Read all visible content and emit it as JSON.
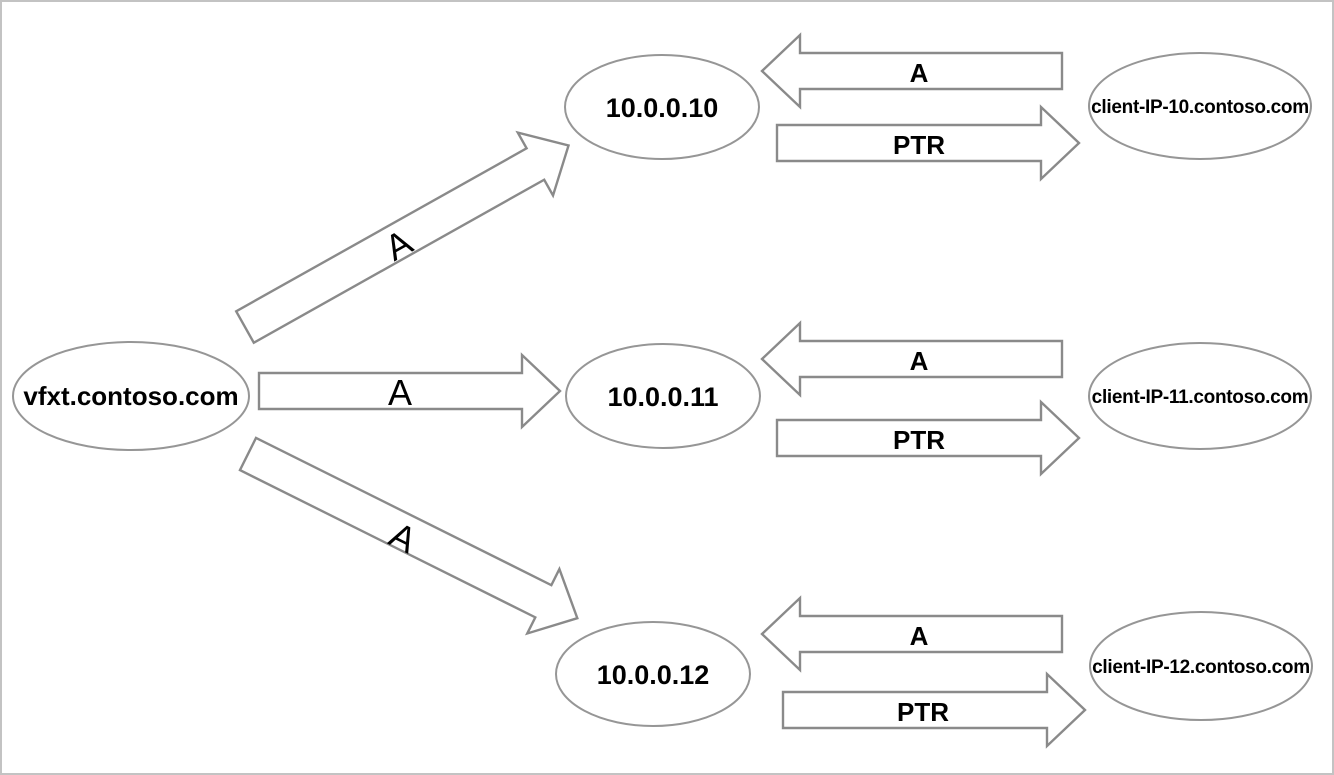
{
  "diagram": {
    "source": {
      "label": "vfxt.contoso.com"
    },
    "records": [
      {
        "ip": "10.0.0.10",
        "client": "client-IP-10.contoso.com",
        "a_from_source_label": "A",
        "a_from_client_label": "A",
        "ptr_label": "PTR"
      },
      {
        "ip": "10.0.0.11",
        "client": "client-IP-11.contoso.com",
        "a_from_source_label": "A",
        "a_from_client_label": "A",
        "ptr_label": "PTR"
      },
      {
        "ip": "10.0.0.12",
        "client": "client-IP-12.contoso.com",
        "a_from_source_label": "A",
        "a_from_client_label": "A",
        "ptr_label": "PTR"
      }
    ],
    "colors": {
      "background": "#ffffff",
      "shape_stroke": "#8f8f8f",
      "text": "#000000",
      "canvas_border": "#c3c3c3"
    }
  }
}
